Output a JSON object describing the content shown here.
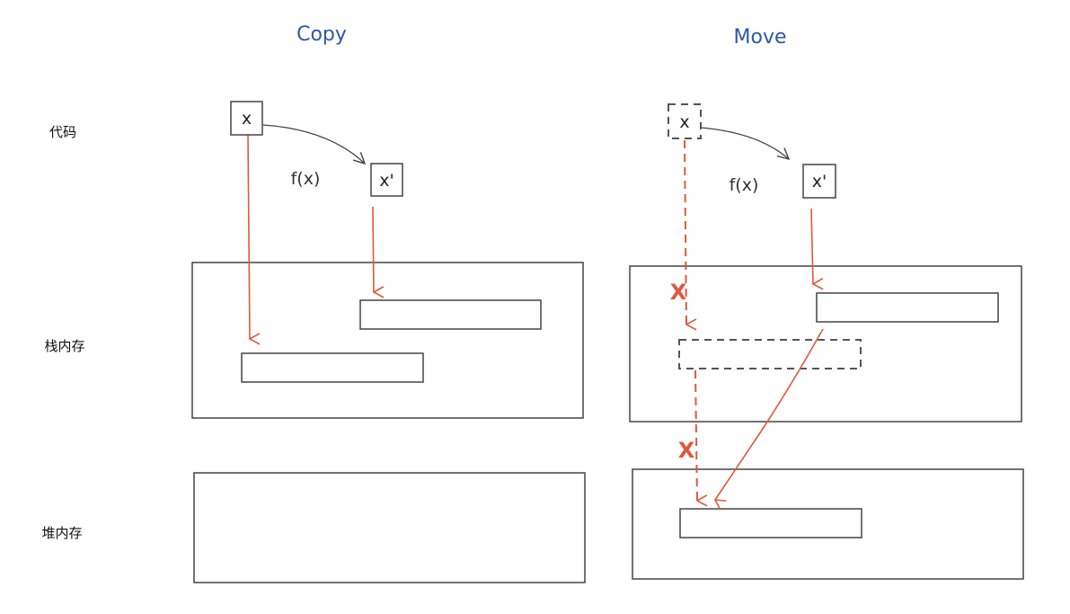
{
  "titles": {
    "copy": "Copy",
    "move": "Move"
  },
  "row_labels": {
    "code": "代码",
    "stack": "栈内存",
    "heap": "堆内存"
  },
  "copy": {
    "var_x": "x",
    "var_x_prime": "x'",
    "func": "f(x)"
  },
  "move": {
    "var_x": "x",
    "var_x_prime": "x'",
    "func": "f(x)",
    "invalid_mark_1": "X",
    "invalid_mark_2": "X"
  },
  "colors": {
    "arrow": "#e0583c",
    "title": "#2f57a6",
    "border": "#444444"
  }
}
